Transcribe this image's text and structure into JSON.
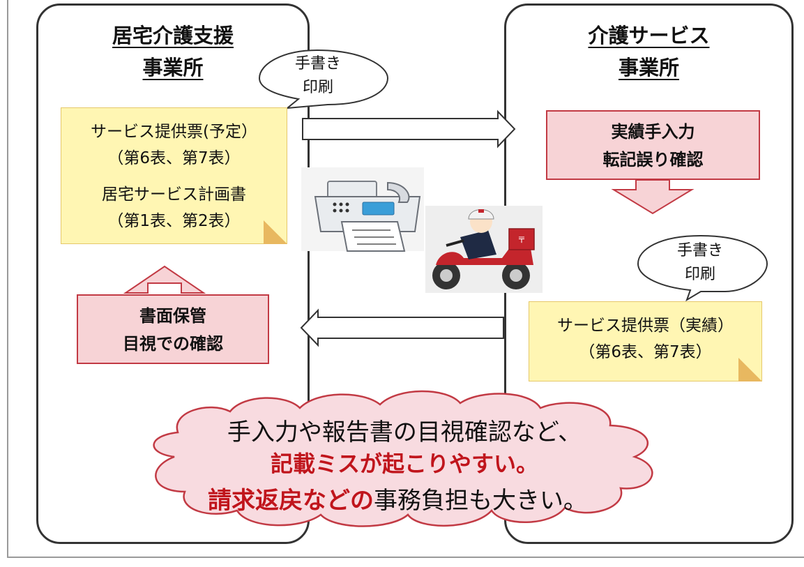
{
  "left_office": {
    "title_line1": "居宅介護支援",
    "title_line2": "事業所"
  },
  "right_office": {
    "title_line1": "介護サービス",
    "title_line2": "事業所"
  },
  "bubble_left": {
    "line1": "手書き",
    "line2": "印刷"
  },
  "bubble_right": {
    "line1": "手書き",
    "line2": "印刷"
  },
  "plan_note": {
    "line1": "サービス提供票(予定）",
    "line2": "（第6表、第7表）",
    "line3": "居宅サービス計画書",
    "line4": "（第1表、第2表）"
  },
  "record_box": {
    "line1": "実績手入力",
    "line2": "転記誤り確認"
  },
  "actual_note": {
    "line1": "サービス提供票（実績）",
    "line2": "（第6表、第7表）"
  },
  "storage_box": {
    "line1": "書面保管",
    "line2": "目視での確認"
  },
  "cloud": {
    "line1": "手入力や報告書の目視確認など、",
    "line2": "記載ミスが起こりやすい。",
    "line3_red": "請求返戻などの",
    "line3_rest": "事務負担も大きい。"
  },
  "icons": {
    "fax": "fax-machine-illustration",
    "courier": "postman-scooter-illustration"
  },
  "colors": {
    "note_bg": "#fff6b3",
    "box_bg": "#f7d3d6",
    "box_border": "#c23a44",
    "emphasis": "#c0151c"
  }
}
